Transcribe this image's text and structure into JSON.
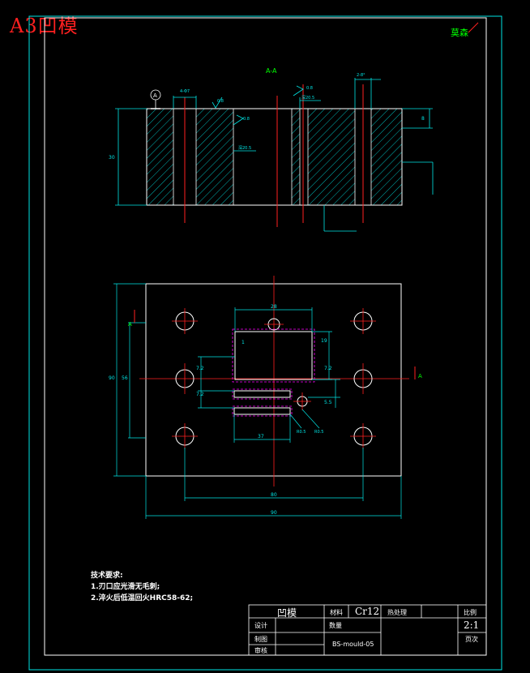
{
  "sheet": {
    "title": "A3凹模",
    "corner_mark": "莫森",
    "colors": {
      "frame": "#00e5e5",
      "outline": "#ffffff",
      "centerline": "#ff2020",
      "dimension": "#00e5e5",
      "hidden": "#ff00ff",
      "section_label": "#00ff00",
      "sheet_title": "#ff2020"
    }
  },
  "section_view": {
    "label": "A-A",
    "datum": "A",
    "dims": {
      "hole_pitch": "4-Φ7",
      "thickness": "8",
      "height": "30",
      "edge_clearance": "2-8°",
      "depth": "深20.5",
      "note": "深20.5"
    },
    "roughness": [
      "0.8",
      "0.8",
      "0.8"
    ]
  },
  "plan_view": {
    "section_marks": [
      "A",
      "A"
    ],
    "dims": {
      "slot_width": "28",
      "slot_height": "19",
      "left_inner": "56",
      "left_outer": "90",
      "offset_a": "7.2",
      "offset_b": "7.2",
      "offset_c": "7.2",
      "offset_d": "5.5",
      "bottom_slot": "37",
      "inner_span": "80",
      "outer_span": "90",
      "radius_a": "R0.5",
      "radius_b": "R0.5",
      "small": "1"
    }
  },
  "tech_requirements": {
    "heading": "技术要求:",
    "items": [
      "1.刃口应光滑无毛刺;",
      "2.淬火后低温回火HRC58-62;"
    ]
  },
  "title_block": {
    "part_name": "凹模",
    "material_label": "材料",
    "material": "Cr12",
    "heat_treat_label": "热处理",
    "ratio_label": "比例",
    "ratio": "2:1",
    "designer_label": "设计",
    "quantity_label": "数量",
    "drawer_label": "制图",
    "reviewer_label": "审核",
    "drawing_no": "BS-mould-05",
    "page_label": "页次"
  }
}
